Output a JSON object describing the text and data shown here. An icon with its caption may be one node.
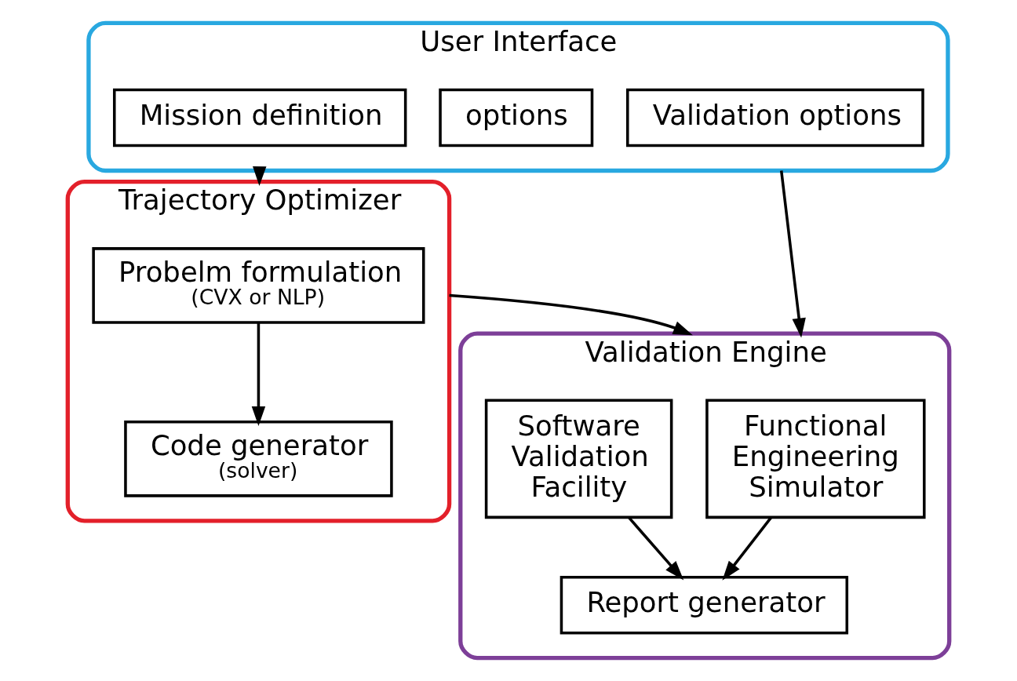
{
  "diagram": {
    "nodes": [
      {
        "text": [
          "User Interface"
        ]
      },
      {
        "text": [
          "Mission definition"
        ],
        "in": 0
      },
      {
        "text": [
          "options"
        ],
        "in": 0
      },
      {
        "text": [
          "Validation options"
        ],
        "in": 0
      },
      {
        "text": [
          "Trajectory Optimizer"
        ]
      },
      {
        "text": [
          "Probelm formulation",
          "(CVX or NLP)"
        ],
        "in": 4
      },
      {
        "text": [
          "Code generator",
          "(solver)"
        ],
        "in": 4
      },
      {
        "text": [
          "Validation Engine"
        ]
      },
      {
        "text": [
          "Functional Engineering Simulator"
        ],
        "in": 7
      },
      {
        "text": [
          "Software Validation Facility"
        ],
        "in": 7
      },
      {
        "text": [
          "Report generator"
        ],
        "in": 7
      }
    ],
    "edges": [
      {
        "from": 0,
        "to": 4,
        "arrow": "to"
      },
      {
        "from": 0,
        "to": 7,
        "arrow": "to"
      },
      {
        "from": 5,
        "to": 6,
        "arrow": "to"
      },
      {
        "from": 4,
        "to": 7,
        "arrow": "to"
      },
      {
        "from": 8,
        "to": 10,
        "arrow": "to"
      },
      {
        "from": 9,
        "to": 10,
        "arrow": "to"
      }
    ]
  }
}
